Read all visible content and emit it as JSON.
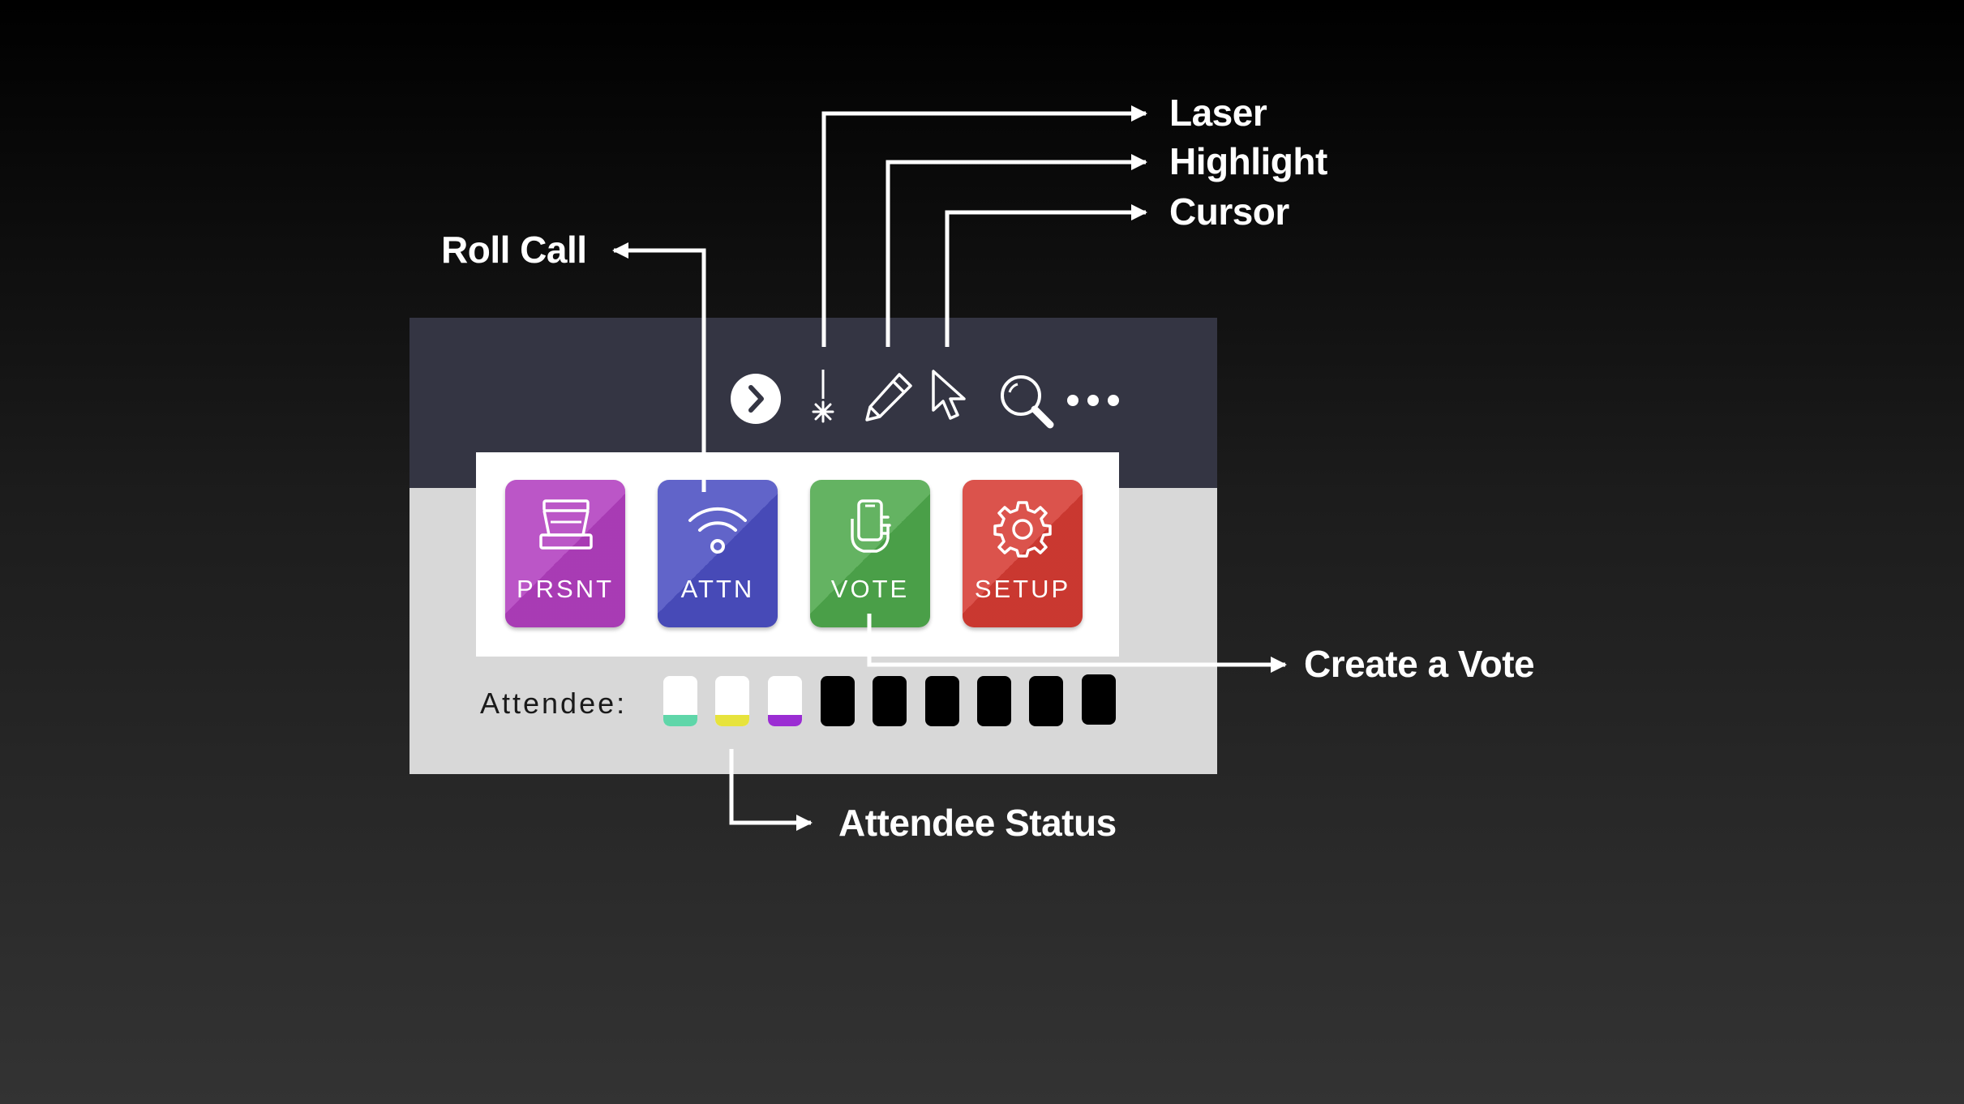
{
  "callouts": {
    "laser": "Laser",
    "highlight": "Highlight",
    "cursor": "Cursor",
    "roll_call": "Roll Call",
    "create_vote": "Create a Vote",
    "attendee_status": "Attendee Status"
  },
  "toolbar": {
    "icons": [
      "chevron-right-icon",
      "laser-icon",
      "pencil-icon",
      "cursor-icon",
      "magnifier-icon",
      "more-icon"
    ]
  },
  "apps": [
    {
      "label": "PRSNT",
      "icon": "scanner-icon",
      "color": "#b23fbf"
    },
    {
      "label": "ATTN",
      "icon": "wifi-icon",
      "color": "#4b4fc2"
    },
    {
      "label": "VOTE",
      "icon": "phone-hand-icon",
      "color": "#4fa94c"
    },
    {
      "label": "SETUP",
      "icon": "gear-icon",
      "color": "#d63b33"
    }
  ],
  "attendee": {
    "label": "Attendee:",
    "slots": [
      {
        "state": "active",
        "color": "#5fd6a9"
      },
      {
        "state": "active",
        "color": "#e7e33c"
      },
      {
        "state": "active",
        "color": "#9b2dd3"
      },
      {
        "state": "empty"
      },
      {
        "state": "empty"
      },
      {
        "state": "empty"
      },
      {
        "state": "empty"
      },
      {
        "state": "empty"
      },
      {
        "state": "empty"
      }
    ]
  }
}
